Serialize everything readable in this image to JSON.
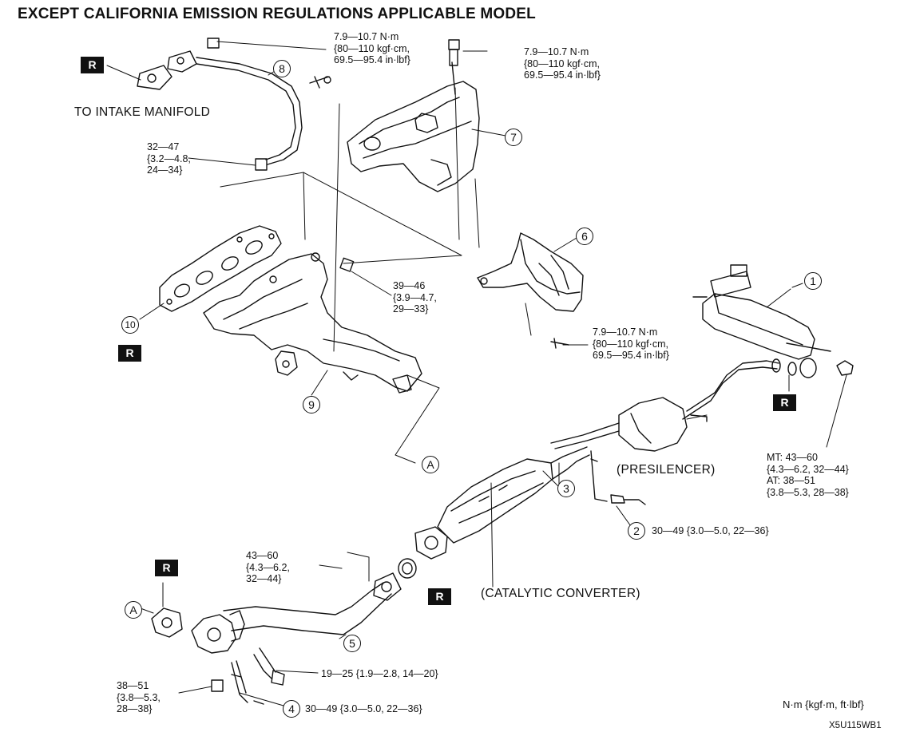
{
  "header": {
    "title": "EXCEPT CALIFORNIA EMISSION REGULATIONS APPLICABLE MODEL"
  },
  "callouts": {
    "c1": "1",
    "c2": "2",
    "c3": "3",
    "c4": "4",
    "c5": "5",
    "c6": "6",
    "c7": "7",
    "c8": "8",
    "c9": "9",
    "c10": "10",
    "a_top": "A",
    "a_bottom": "A"
  },
  "replace_mark": "R",
  "labels": {
    "to_intake_manifold": "TO INTAKE MANIFOLD",
    "presilencer": "(PRESILENCER)",
    "catalytic_converter": "(CATALYTIC CONVERTER)",
    "units": "N·m {kgf·m, ft·lbf}",
    "doc_code": "X5U115WB1"
  },
  "torque": {
    "pipe_bolt": "7.9—10.7 N·m\n{80—110 kgf·cm,\n69.5—95.4 in·lbf}",
    "insulator_bolt": "7.9—10.7 N·m\n{80—110 kgf·cm,\n69.5—95.4 in·lbf}",
    "pipe_nut": "32—47\n{3.2—4.8,\n24—34}",
    "manifold_nut": "39—46\n{3.9—4.7,\n29—33}",
    "converter_insulator_bolt": "7.9—10.7 N·m\n{80—110 kgf·cm,\n69.5—95.4 in·lbf}",
    "main_silencer": "MT: 43—60\n{4.3—6.2, 32—44}\nAT: 38—51\n{3.8—5.3, 28—38}",
    "front_pipe_nut": "43—60\n{4.3—6.2,\n32—44}",
    "sensor_rear": "30—49 {3.0—5.0, 22—36}",
    "bracket_bolt": "19—25 {1.9—2.8, 14—20}",
    "sensor_front": "30—49 {3.0—5.0, 22—36}",
    "flange_nut": "38—51\n{3.8—5.3,\n28—38}"
  }
}
